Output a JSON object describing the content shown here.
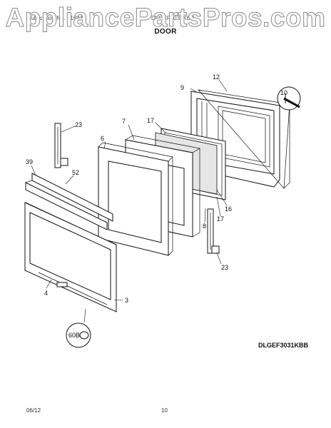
{
  "header": {
    "publication_text": "Publication No. 316415",
    "model": "DLGEF3031KBB",
    "section": "DOOR"
  },
  "watermark": "AppliancePartsPros.com",
  "diagram_code": "DLGEF3031KBB",
  "footer": {
    "date": "06/12",
    "page": "10"
  },
  "callouts": {
    "c3": "3",
    "c4": "4",
    "c6": "6",
    "c7": "7",
    "c8": "8",
    "c9": "9",
    "c10": "10",
    "c12": "12",
    "c16": "16",
    "c17a": "17",
    "c17b": "17",
    "c23a": "23",
    "c23b": "23",
    "c39": "39",
    "c52": "52",
    "c60b": "60B"
  }
}
